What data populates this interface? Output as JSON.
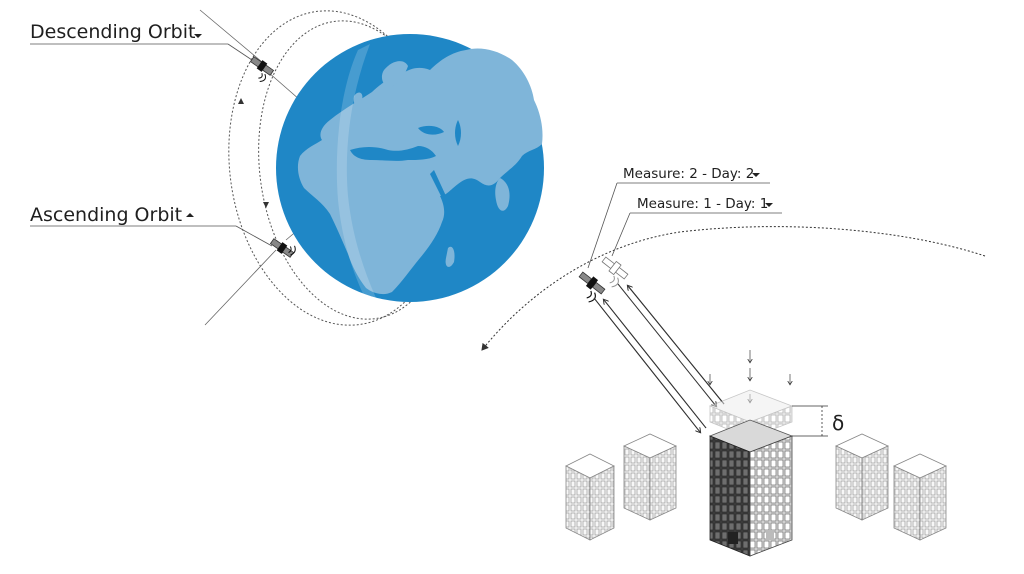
{
  "labels": {
    "descending_orbit": "Descending Orbit",
    "ascending_orbit": "Ascending Orbit",
    "measure_2": "Measure: 2 - Day: 2",
    "measure_1": "Measure: 1 - Day: 1",
    "delta_symbol": "δ"
  },
  "colors": {
    "ocean": "#1f87c6",
    "land": "#7fb5d9",
    "line": "#333333",
    "building_dark": "#4a4a4a",
    "building_light": "#f4f4f4"
  },
  "icons": {
    "descending_marker": "triangle-down-icon",
    "ascending_marker": "triangle-up-icon",
    "satellite": "satellite-icon",
    "globe": "globe-icon",
    "building": "building-icon"
  }
}
